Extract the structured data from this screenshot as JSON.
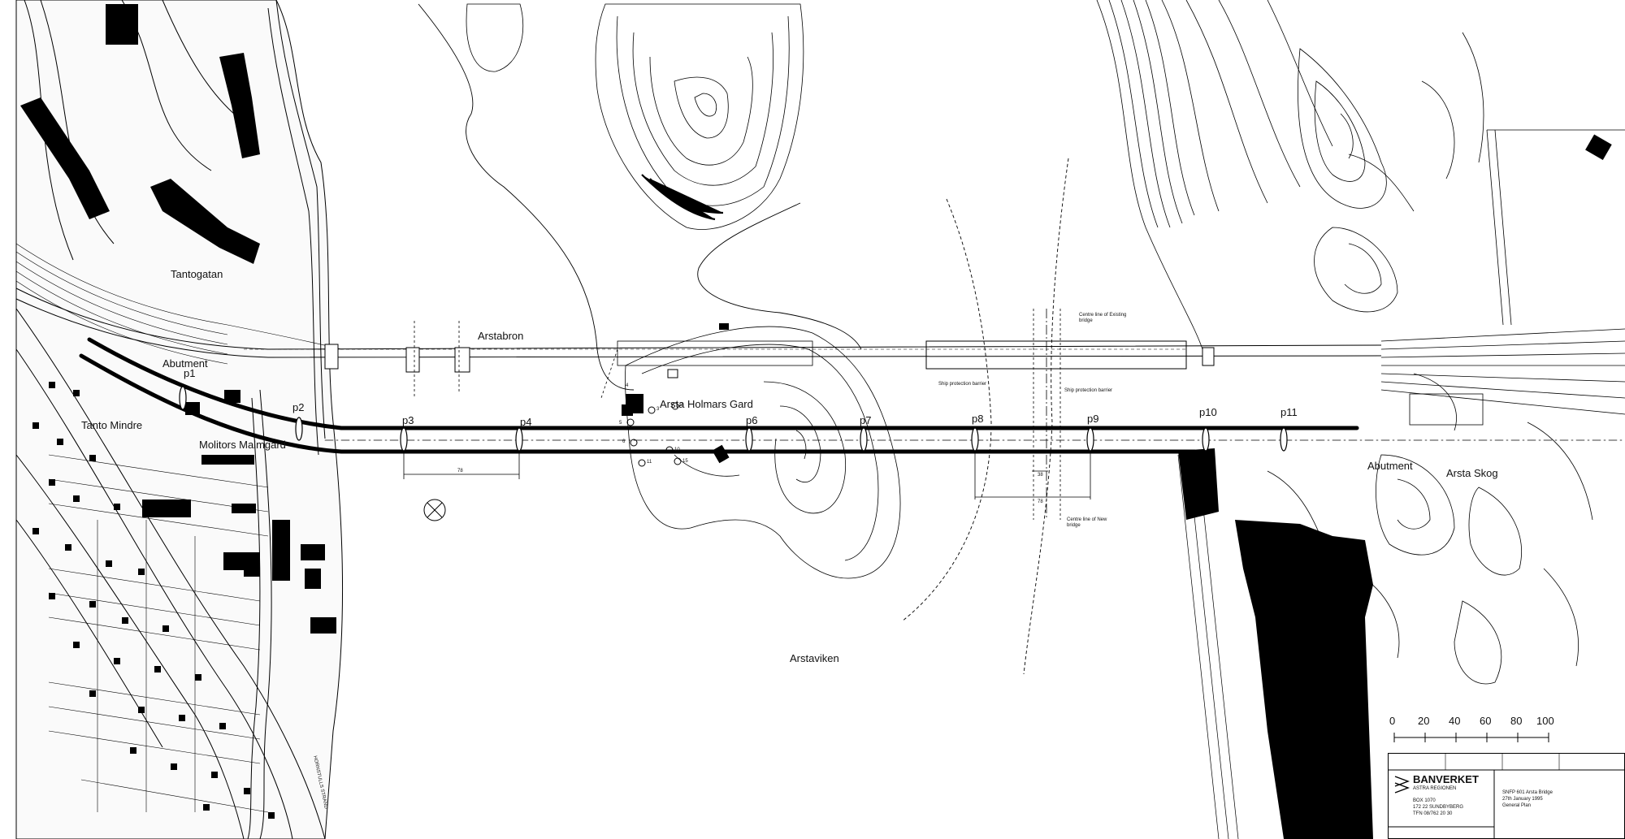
{
  "labels": {
    "tantogatan": "Tantogatan",
    "arstabron": "Arstabron",
    "abutment_left": "Abutment",
    "abutment_right": "Abutment",
    "tanto_mindre": "Tanto Mindre",
    "molitors": "Molitors Malmgard",
    "arsta_holmars": "Arsta Holmars Gard",
    "arsta_skog": "Arsta Skog",
    "arstaviken": "Arstaviken",
    "centre_existing": "Centre line of Existing bridge",
    "centre_new": "Centre line of New bridge",
    "ship_barrier_1": "Ship protection barrier",
    "ship_barrier_2": "Ship protection barrier",
    "strand_road": "HORNSTULLS STRAND"
  },
  "piers": [
    "p1",
    "p2",
    "p3",
    "p4",
    "p6",
    "p7",
    "p8",
    "p9",
    "p10",
    "p11"
  ],
  "dimensions": {
    "span_p3_p4": "78",
    "span_nav_a": "38",
    "span_nav_b": "78"
  },
  "island_points": [
    "4",
    "3",
    "2",
    "5",
    "6",
    "10",
    "11",
    "15"
  ],
  "scale": {
    "ticks": [
      "0",
      "20",
      "40",
      "60",
      "80",
      "100"
    ]
  },
  "titleblock": {
    "org": "BANVERKET",
    "region": "ASTRA REGIONEN",
    "address1": "BOX 1070",
    "address2": "172 22 SUNDBYBERG",
    "phone": "TFN 08/762 20 30",
    "project": "SNFP 601 Arsta Bridge",
    "date": "27th January 1995",
    "drawing": "General Plan"
  },
  "colors": {
    "ink": "#000000",
    "paper": "#ffffff",
    "water": "#ffffff"
  }
}
